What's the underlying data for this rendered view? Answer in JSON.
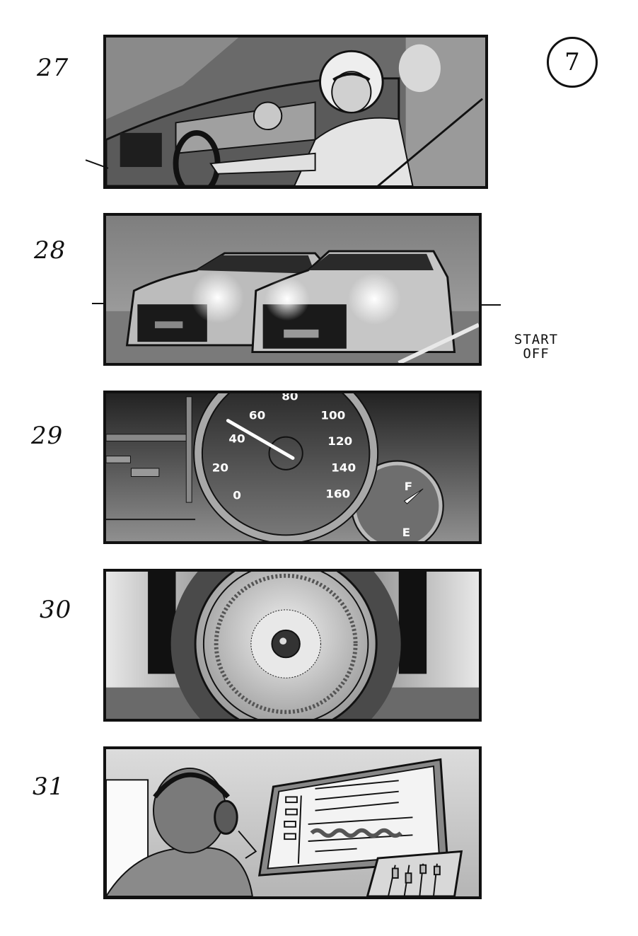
{
  "page": {
    "type": "storyboard",
    "page_number": "7",
    "background": "#ffffff"
  },
  "panels": [
    {
      "frame": "27",
      "description": "Driver in white helmet smiling at steering wheel inside car; second helmeted driver visible through side window in adjacent car",
      "note": ""
    },
    {
      "frame": "28",
      "description": "Two cars side by side with headlights on, front view at starting line",
      "note": "START OFF"
    },
    {
      "frame": "29",
      "description": "Close-up of speedometer dial with needle near 40 and fuel gauge",
      "note": "",
      "speedometer": {
        "ticks": [
          "0",
          "20",
          "40",
          "60",
          "80",
          "100",
          "120",
          "140",
          "160"
        ],
        "needle_at": "40"
      },
      "fuel_gauge": {
        "full_label": "F",
        "empty_label": "E"
      }
    },
    {
      "frame": "30",
      "description": "Close-up of spinning car wheel and rim with motion lines",
      "note": ""
    },
    {
      "frame": "31",
      "description": "Technician wearing headset watching monitor with audio waveform and mixing sliders",
      "note": ""
    }
  ],
  "colors": {
    "ink": "#111111",
    "dark_gray": "#3a3a3a",
    "mid_gray": "#7d7d7d",
    "light_gray": "#c8c8c8",
    "paper": "#ffffff"
  }
}
